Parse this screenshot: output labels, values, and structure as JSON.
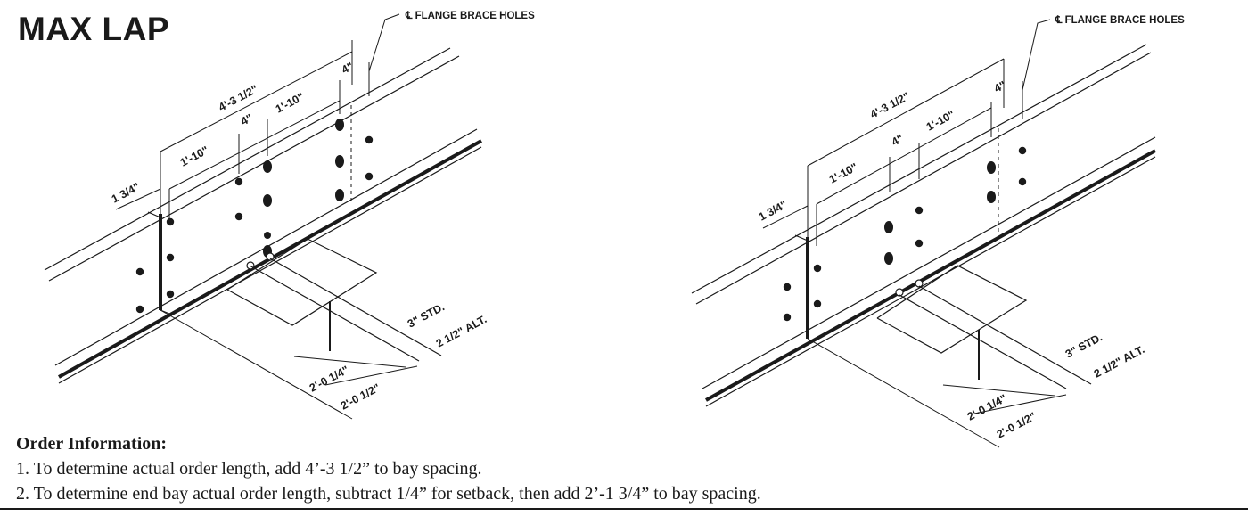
{
  "title": "MAX LAP",
  "left_detail": {
    "flange_brace_label": "℄ FLANGE BRACE HOLES",
    "overall_dim": "4'-3 1/2\"",
    "dim_1_10_a": "1'-10\"",
    "dim_4_mid": "4\"",
    "dim_1_10_b": "1'-10\"",
    "dim_4_top": "4\"",
    "dim_1_3_4": "1 3/4\"",
    "std_label": "3\" STD.",
    "alt_label": "2 1/2\" ALT.",
    "dim_2_0_1_4": "2'-0  1/4\"",
    "dim_2_0_1_2": "2'-0  1/2\""
  },
  "right_detail": {
    "flange_brace_label": "℄ FLANGE BRACE HOLES",
    "overall_dim": "4'-3 1/2\"",
    "dim_1_10_a": "1'-10\"",
    "dim_4_mid": "4\"",
    "dim_1_10_b": "1'-10\"",
    "dim_4_top": "4\"",
    "dim_1_3_4": "1 3/4\"",
    "std_label": "3\" STD.",
    "alt_label": "2 1/2\" ALT.",
    "dim_2_0_1_4": "2'-0  1/4\"",
    "dim_2_0_1_2": "2'-0  1/2\""
  },
  "order": {
    "heading": "Order Information:",
    "line1": "1. To determine actual order length, add 4’-3 1/2” to bay spacing.",
    "line2": "2. To determine end bay actual order length, subtract 1/4” for setback, then add 2’-1 3/4” to bay spacing."
  }
}
